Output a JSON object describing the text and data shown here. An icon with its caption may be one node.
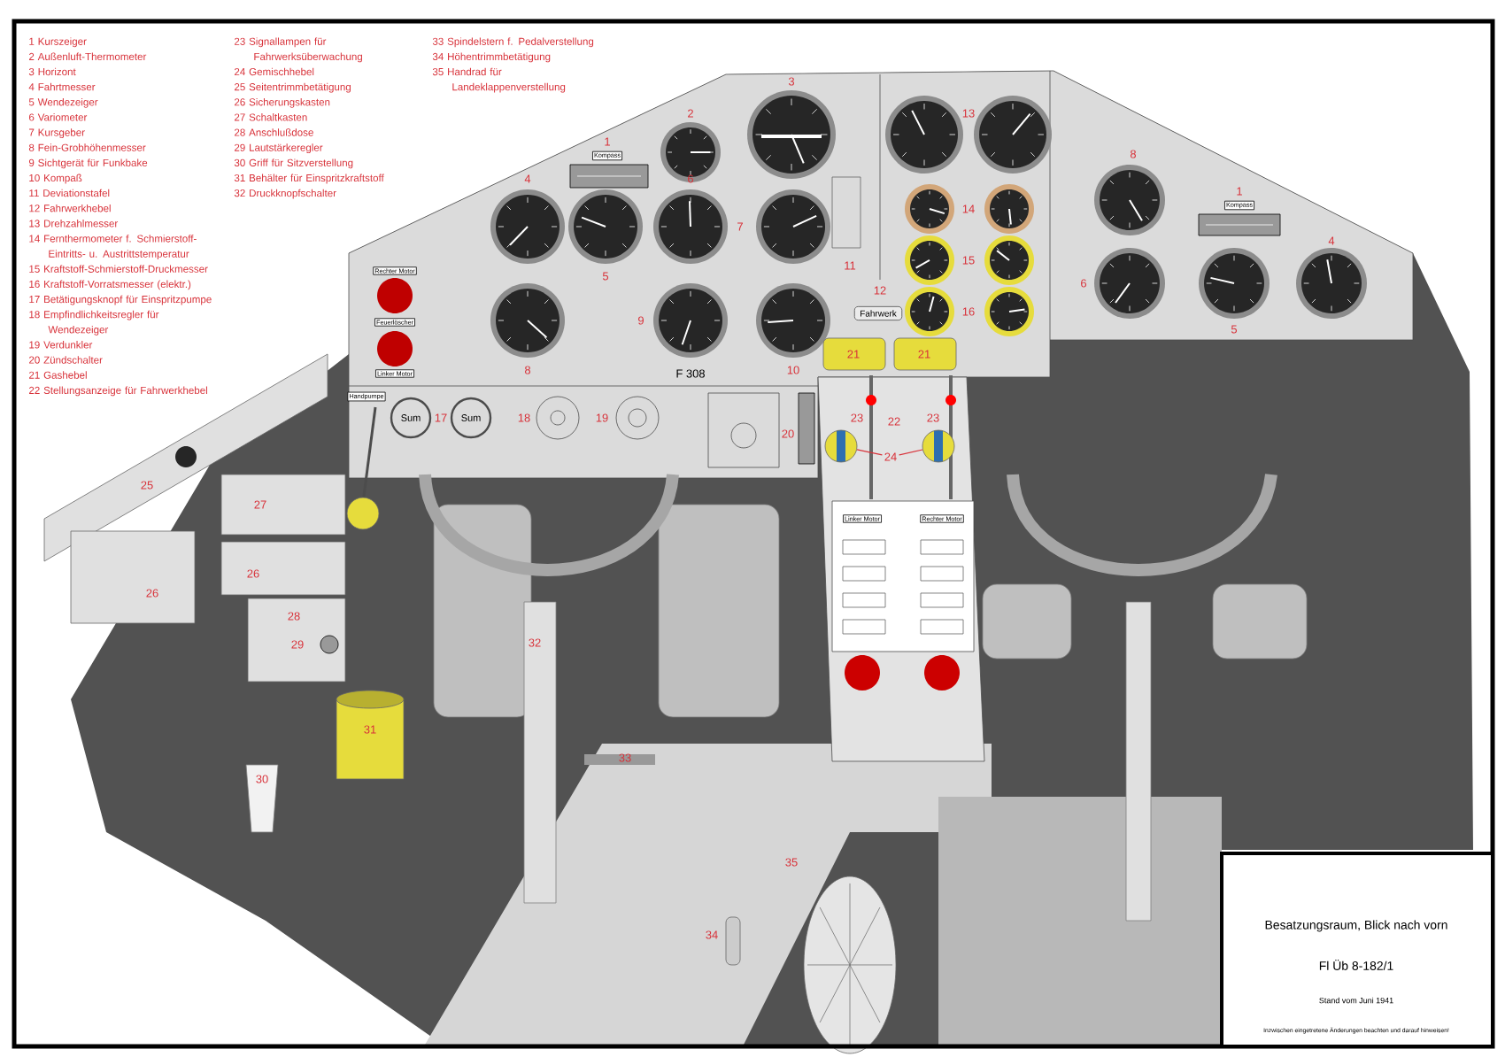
{
  "diagram": {
    "title": "Besatzungsraum, Blick nach vorn",
    "nodes": [
      {
        "text": [
          "24"
        ]
      },
      {
        "text": [],
        "shape": "circle"
      },
      {
        "text": [],
        "shape": "circle"
      }
    ],
    "edges": [
      {
        "from": 0,
        "to": 1,
        "arrow": "none"
      },
      {
        "from": 0,
        "to": 2,
        "arrow": "none"
      }
    ],
    "labels": [
      "1 Kurszeiger",
      "2 Außenluft-Thermometer",
      "3 Horizont",
      "4 Fahrtmesser",
      "5 Wendezeiger",
      "6 Variometer",
      "7 Kursgeber",
      "8 Fein-Grobhöhenmesser",
      "9 Sichtgerät für Funkbake",
      "10 Kompaß",
      "11 Deviationstafel",
      "12 Fahrwerkhebel",
      "13 Drehzahlmesser",
      "14 Fernthermometer f. Schmierstoff-Eintritts- u. Austrittstemperatur",
      "15 Kraftstoff-Schmierstoff-Druckmesser",
      "16 Kraftstoff-Vorratsmesser (elektr.)",
      "17 Betätigungsknopf für Einspritzpumpe",
      "18 Empfindlichkeitsregler für Wendezeiger",
      "19 Verdunkler",
      "20 Zündschalter",
      "21 Gashebel",
      "22 Stellungsanzeige für Fahrwerkhebel",
      "23 Signallampen für Fahrwerksüberwachung",
      "24 Gemischhebel",
      "25 Seitentrimmbetätigung",
      "26 Sicherungskasten",
      "27 Schaltkasten",
      "28 Anschlußdose",
      "29 Lautstärkeregler",
      "30 Griff für Sitzverstellung",
      "31 Behälter für Einspritzkraftstoff",
      "32 Druckknopfschalter",
      "33 Spindelstern f. Pedalverstellung",
      "34 Höhentrimmbetätigung",
      "35 Handrad für Landeklappenverstellung",
      "3",
      "2",
      "13",
      "1",
      "8",
      "4",
      "6",
      "1",
      "14",
      "7",
      "4",
      "15",
      "11",
      "5",
      "6",
      "12",
      "16",
      "9",
      "5",
      "21",
      "21",
      "8",
      "10",
      "17",
      "18",
      "19",
      "23",
      "22",
      "23",
      "20",
      "25",
      "27",
      "26",
      "26",
      "28",
      "29",
      "32",
      "31",
      "33",
      "30",
      "35",
      "34",
      "Kompass",
      "Kompass",
      "Rechter Motor",
      "Fahrwerk",
      "Feuerlöscher",
      "F 308",
      "Linker Motor",
      "Handpumpe",
      "Sum",
      "Sum",
      "Linker Motor",
      "Rechter Motor",
      "Fl Üb 8-182/1",
      "Stand vom Juni 1941",
      "Inzwischen eingetretene Änderungen beachten und darauf hinweisen!"
    ]
  }
}
